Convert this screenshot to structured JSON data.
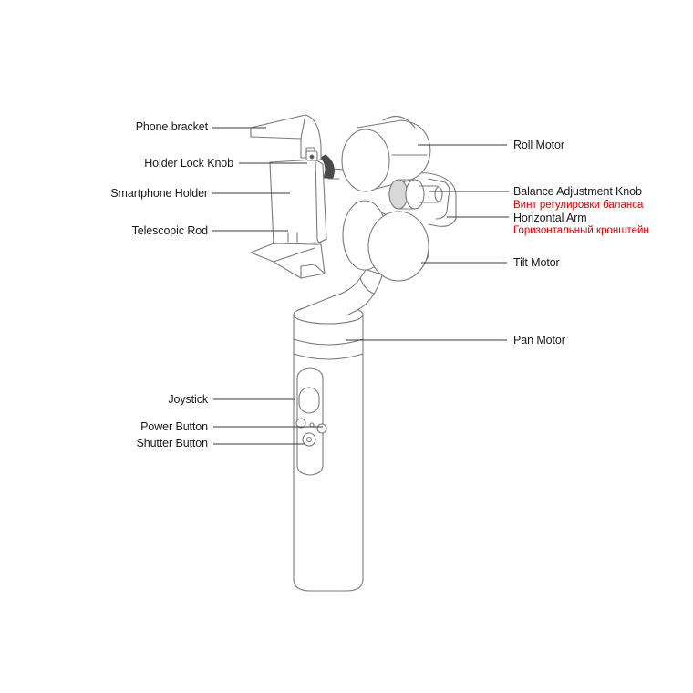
{
  "colors": {
    "outline": "#7a7a7a",
    "leader": "#3a3a3a",
    "dark_detail": "#4a4a4a",
    "translation_text": "#e00000"
  },
  "labels": {
    "phone_bracket": "Phone bracket",
    "holder_lock_knob": "Holder Lock Knob",
    "smartphone_holder": "Smartphone Holder",
    "telescopic_rod": "Telescopic Rod",
    "roll_motor": "Roll Motor",
    "balance_adjustment_knob": "Balance Adjustment Knob",
    "balance_adjustment_knob_ru": "Винт регулировки баланса",
    "horizontal_arm": "Horizontal Arm",
    "horizontal_arm_ru": "Горизонтальный кронштейн",
    "tilt_motor": "Tilt Motor",
    "pan_motor": "Pan Motor",
    "joystick": "Joystick",
    "power_button": "Power Button",
    "shutter_button": "Shutter Button"
  }
}
